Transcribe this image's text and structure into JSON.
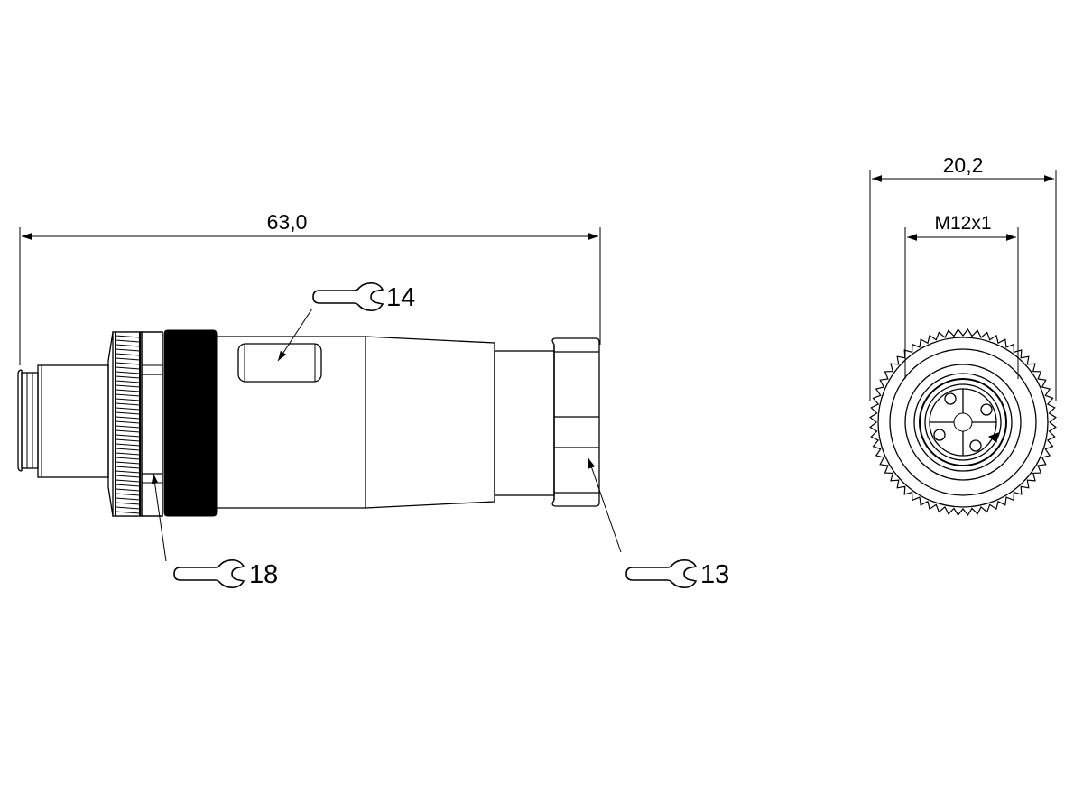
{
  "dimensions": {
    "overall_length": "63,0",
    "outer_diameter": "20,2",
    "thread": "M12x1"
  },
  "wrench_sizes": {
    "cap_nut": "14",
    "coupling_nut": "18",
    "cable_nut": "13"
  },
  "icons": [
    "wrench-icon",
    "dimension-arrow-icon"
  ]
}
